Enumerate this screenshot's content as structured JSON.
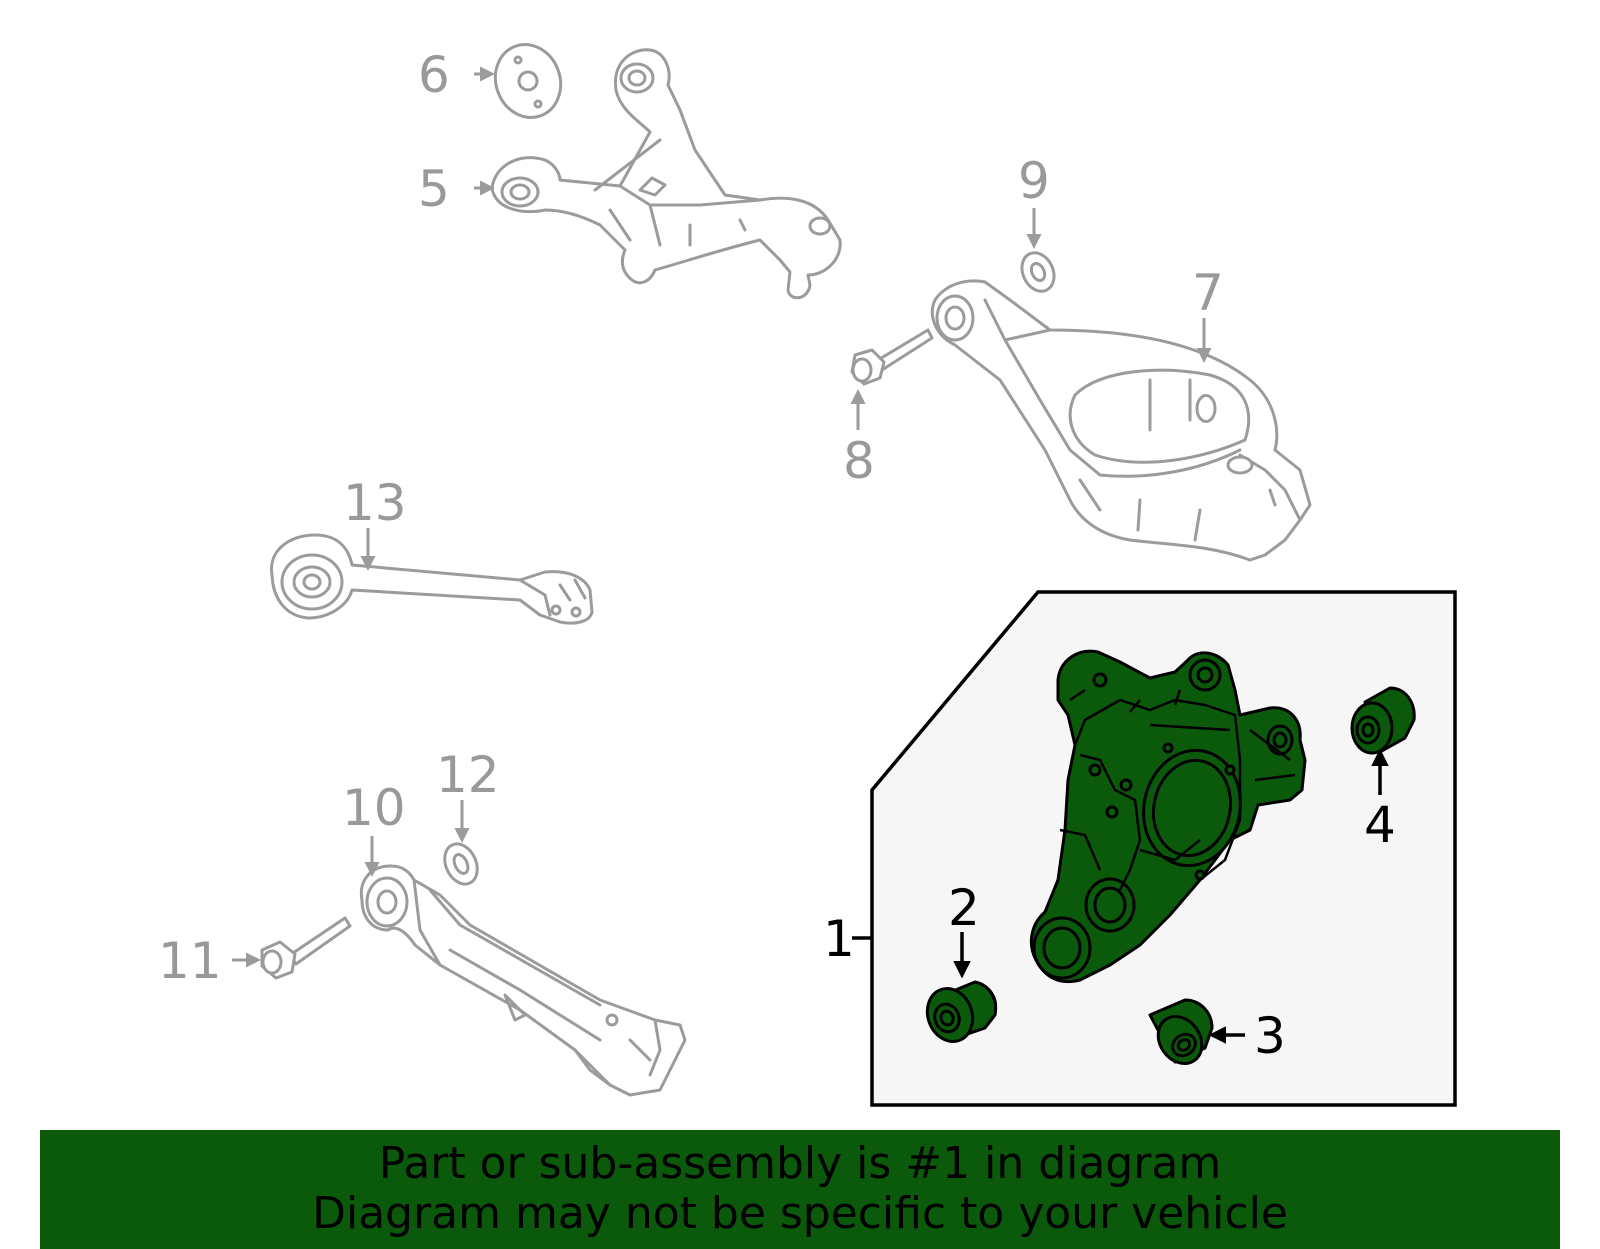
{
  "callouts": {
    "c1": "1",
    "c2": "2",
    "c3": "3",
    "c4": "4",
    "c5": "5",
    "c6": "6",
    "c7": "7",
    "c8": "8",
    "c9": "9",
    "c10": "10",
    "c11": "11",
    "c12": "12",
    "c13": "13"
  },
  "colors": {
    "highlight": "#0b5a0b",
    "inactive_parts": "#9b9b9b",
    "inset_background": "#f6f6f6"
  },
  "footer": {
    "line1": "Part or sub-assembly is #1 in diagram",
    "line2": "Diagram may not be specific to your vehicle"
  }
}
